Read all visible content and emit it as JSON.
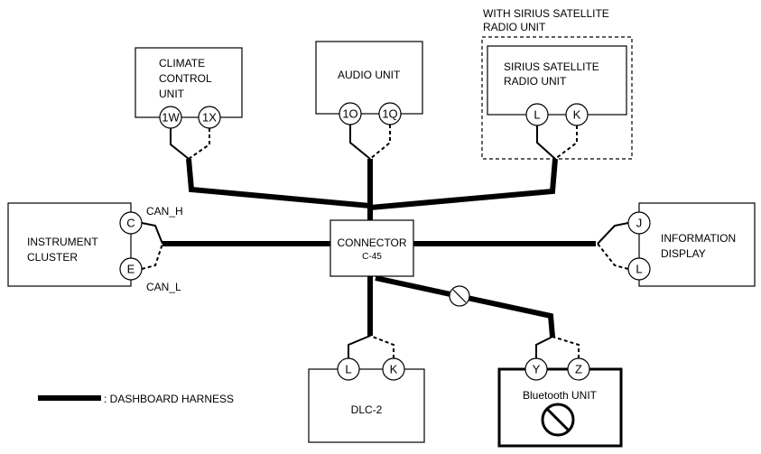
{
  "units": {
    "climate": {
      "lines": [
        "CLIMATE",
        "CONTROL",
        "UNIT"
      ],
      "pins": [
        "1W",
        "1X"
      ]
    },
    "audio": {
      "label": "AUDIO UNIT",
      "pins": [
        "1O",
        "1Q"
      ]
    },
    "sirius_option": {
      "lines": [
        "WITH SIRIUS SATELLITE",
        "RADIO UNIT"
      ]
    },
    "sirius": {
      "lines": [
        "SIRIUS SATELLITE",
        "RADIO UNIT"
      ],
      "pins": [
        "L",
        "K"
      ]
    },
    "instrument": {
      "lines": [
        "INSTRUMENT",
        "CLUSTER"
      ],
      "pins": [
        "C",
        "E"
      ],
      "signals": [
        "CAN_H",
        "CAN_L"
      ]
    },
    "connector": {
      "label": "CONNECTOR",
      "code": "C-45"
    },
    "info": {
      "lines": [
        "INFORMATION",
        "DISPLAY"
      ],
      "pins": [
        "J",
        "L"
      ]
    },
    "dlc": {
      "label": "DLC-2",
      "pins": [
        "L",
        "K"
      ]
    },
    "bluetooth": {
      "label": "Bluetooth UNIT",
      "pins": [
        "Y",
        "Z"
      ]
    }
  },
  "legend": {
    "text": ": DASHBOARD HARNESS"
  }
}
